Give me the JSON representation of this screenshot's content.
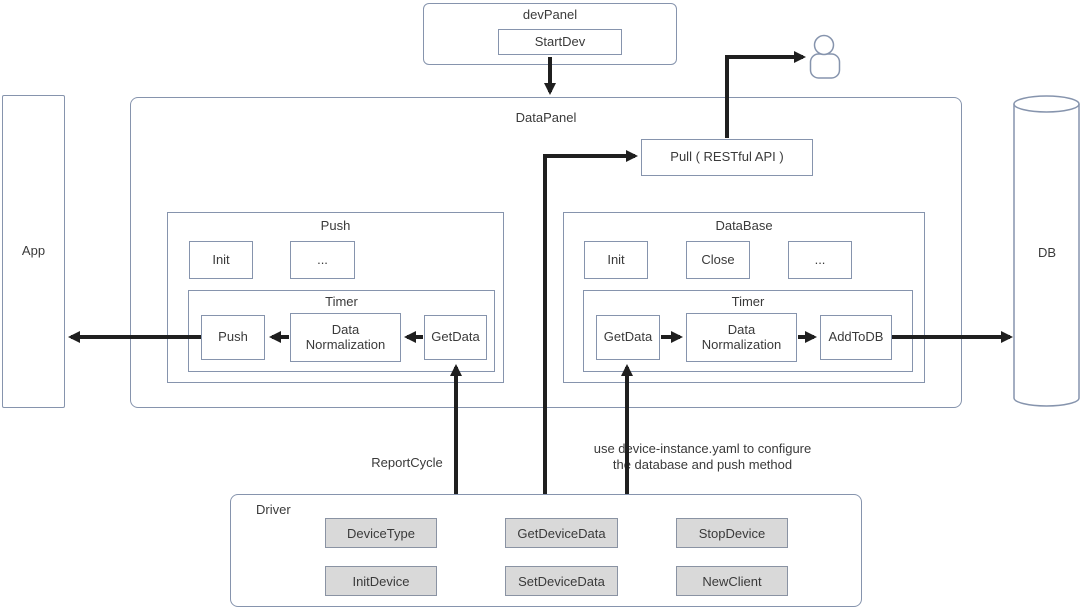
{
  "colors": {
    "box_border": "#8694ad",
    "arrow": "#1f1f1f",
    "button_fill": "#d9d9d9",
    "button_border": "#8a93a3",
    "text": "#3a3a3a"
  },
  "dev_panel": {
    "title": "devPanel",
    "button_label": "StartDev"
  },
  "data_panel": {
    "title": "DataPanel",
    "pull_label": "Pull ( RESTful API )",
    "push_module": {
      "title": "Push",
      "methods": [
        "Init",
        "..."
      ],
      "timer": {
        "title": "Timer",
        "steps": [
          "Push",
          "Data Normalization",
          "GetData"
        ],
        "flow_direction": "right-to-left"
      }
    },
    "database_module": {
      "title": "DataBase",
      "methods": [
        "Init",
        "Close",
        "..."
      ],
      "timer": {
        "title": "Timer",
        "steps": [
          "GetData",
          "Data Normalization",
          "AddToDB"
        ],
        "flow_direction": "left-to-right"
      }
    }
  },
  "app": {
    "label": "App"
  },
  "db": {
    "label": "DB"
  },
  "driver": {
    "title": "Driver",
    "buttons": [
      "DeviceType",
      "GetDeviceData",
      "StopDevice",
      "InitDevice",
      "SetDeviceData",
      "NewClient"
    ]
  },
  "annotations": {
    "report_cycle": "ReportCycle",
    "yaml_note_line1": "use device-instance.yaml to configure",
    "yaml_note_line2": "the database and push method"
  },
  "icons": {
    "person": "user-silhouette",
    "database": "cylinder"
  }
}
